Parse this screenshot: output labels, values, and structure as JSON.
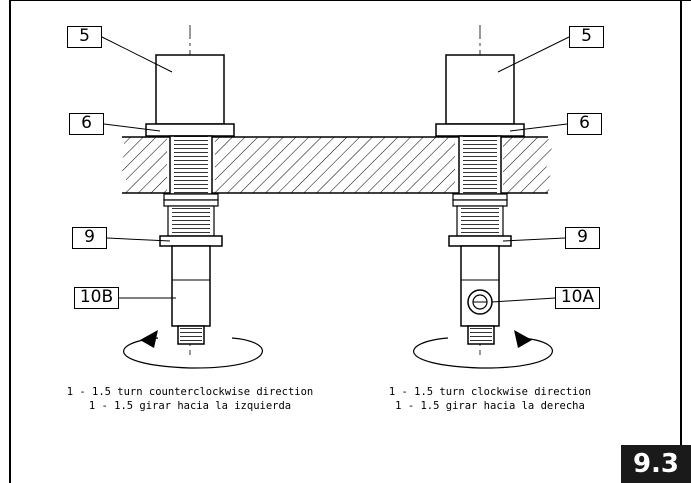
{
  "labels": {
    "left_top": "5",
    "right_top": "5",
    "left_washer": "6",
    "right_washer": "6",
    "left_nut": "9",
    "right_nut": "9",
    "left_part": "10B",
    "right_part": "10A"
  },
  "captions": {
    "left_en": "1 - 1.5 turn counterclockwise direction",
    "left_es": "1 - 1.5 girar hacia la izquierda",
    "right_en": "1 - 1.5 turn clockwise direction",
    "right_es": "1 - 1.5 girar hacia la derecha"
  },
  "figure_number": "9.3"
}
